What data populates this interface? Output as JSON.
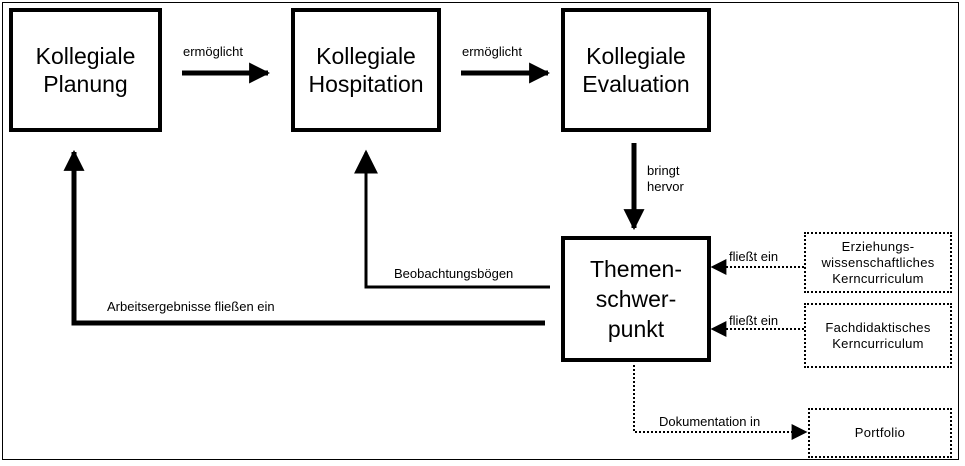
{
  "boxes": {
    "planung": "Kollegiale\nPlanung",
    "hospitation": "Kollegiale\nHospitation",
    "evaluation": "Kollegiale\nEvaluation",
    "themenschwerpunkt": "Themen-\nschwer-\npunkt",
    "erziehungswissenschaftlich": "Erziehungs-\nwissenschaftliches\nKerncurriculum",
    "fachdidaktisch": "Fachdidaktisches\nKerncurriculum",
    "portfolio": "Portfolio"
  },
  "labels": {
    "ermoeglicht_1": "ermöglicht",
    "ermoeglicht_2": "ermöglicht",
    "bringt_hervor": "bringt\nhervor",
    "beobachtungsboegen": "Beobachtungsbögen",
    "arbeitsergebnisse": "Arbeitsergebnisse fließen ein",
    "fliesst_ein_1": "fließt ein",
    "fliesst_ein_2": "fließt ein",
    "dokumentation": "Dokumentation in"
  }
}
